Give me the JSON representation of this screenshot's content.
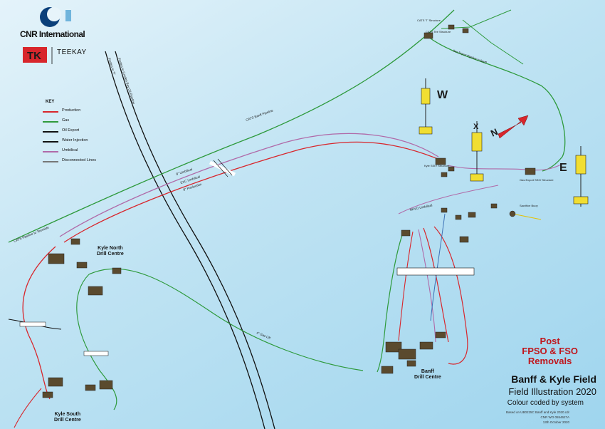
{
  "logos": {
    "cnr_text": "CNR International",
    "teekay_text": "TEEKAY"
  },
  "legend": {
    "title": "KEY",
    "items": [
      {
        "name": "Production",
        "color": "#d8262c"
      },
      {
        "name": "Gas",
        "color": "#2e9a3c"
      },
      {
        "name": "Oil Export",
        "color": "#111111"
      },
      {
        "name": "Water Injection",
        "color": "#111111"
      },
      {
        "name": "Umbilical",
        "color": "#b06aa8"
      },
      {
        "name": "Disconnected Lines",
        "color": "#777777"
      }
    ]
  },
  "title_block": {
    "post_line1": "Post",
    "post_line2": "FPSO & FSO",
    "post_line3": "Removals",
    "field_name": "Banff & Kyle Field",
    "illustration": "Field Illustration 2020",
    "colour_coded": "Colour coded by system",
    "note1": "Based on UB0225C Banff and Kyle 2020.cdr",
    "note2": "CNR WO 0554627A",
    "note3": "13th October 2020"
  },
  "buoys": {
    "w": "W",
    "x": "X",
    "e": "E",
    "n": "N"
  },
  "drill_centres": {
    "kyle_north": "Kyle North",
    "kyle_north_2": "Drill Centre",
    "kyle_south": "Kyle South",
    "kyle_south_2": "Drill Centre",
    "banff": "Banff",
    "banff_2": "Drill Centre"
  },
  "pipeline_labels": {
    "cats_banff": "CATS Banff Pipeline",
    "cats_teeside": "CATS Pipeline to Teesside",
    "forties_1": "Forties to Cruden Bay Oil Pipeline",
    "forties_2": "Forties to 'F'",
    "umbilical_kyle": "8\" Umbilical",
    "exc_umbilical": "EXC Umbilical",
    "production_8": "8\" Production",
    "gas_line_4": "4\" Gas Lift",
    "nkvo_umbilical": "NKVO Umbilical",
    "cats_t": "CATS 'T' Structure",
    "cats_tee": "CATS Tee Structure",
    "gas_export_banff": "Gas Export Pipeline to Banff",
    "gas_export_ss": "Gas Export SSIV Structure",
    "kyle_ssiv": "Kyle SSIV Structure",
    "spare": "Sacrifice Buoy"
  }
}
